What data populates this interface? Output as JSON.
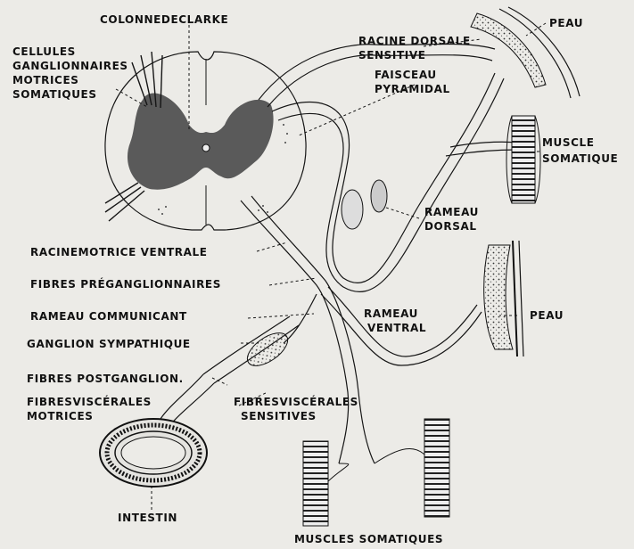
{
  "labels": {
    "colonne_de_clarke": "COLONNEDECLARKE",
    "cellules_1": "CELLULES",
    "cellules_2": "GANGLIONNAIRES",
    "cellules_3": "MOTRICES",
    "cellules_4": "SOMATIQUES",
    "racine_dorsale_1": "RACINE DORSALE",
    "racine_dorsale_2": "SENSITIVE",
    "faisceau_1": "FAISCEAU",
    "faisceau_2": "PYRAMIDAL",
    "peau_top": "PEAU",
    "muscle_1": "MUSCLE",
    "muscle_2": "SOMATIQUE",
    "rameau_dorsal_1": "RAMEAU",
    "rameau_dorsal_2": "DORSAL",
    "racine_motrice": "RACINEMOTRICE VENTRALE",
    "fibres_pregang": "FIBRES PRÉGANGLIONNAIRES",
    "rameau_comm": "RAMEAU COMMUNICANT",
    "rameau_ventral_1": "RAMEAU",
    "rameau_ventral_2": "VENTRAL",
    "peau_right": "PEAU",
    "ganglion": "GANGLION SYMPATHIQUE",
    "fibres_postgang": "FIBRES POSTGANGLION.",
    "visc_mot_1": "FIBRESVISCÉRALES",
    "visc_mot_2": "MOTRICES",
    "visc_sens_1": "FIBRESVISCÉRALES",
    "visc_sens_2": "SENSITIVES",
    "intestin": "INTESTIN",
    "muscles_som": "MUSCLES SOMATIQUES"
  }
}
